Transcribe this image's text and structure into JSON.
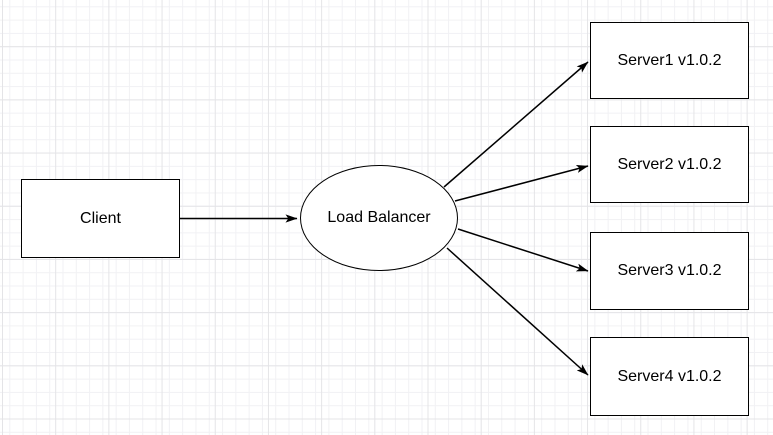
{
  "canvas": {
    "background": "#ffffff",
    "grid_minor_color": "#f1f1f4",
    "grid_major_color": "#e4e4e7",
    "stroke_color": "#000000",
    "node_fill": "#ffffff"
  },
  "nodes": {
    "client": {
      "label": "Client",
      "shape": "rectangle"
    },
    "load_balancer": {
      "label": "Load Balancer",
      "shape": "ellipse"
    },
    "server1": {
      "label": "Server1 v1.0.2",
      "shape": "rectangle"
    },
    "server2": {
      "label": "Server2 v1.0.2",
      "shape": "rectangle"
    },
    "server3": {
      "label": "Server3 v1.0.2",
      "shape": "rectangle"
    },
    "server4": {
      "label": "Server4 v1.0.2",
      "shape": "rectangle"
    }
  },
  "edges": [
    {
      "from": "client",
      "to": "load_balancer"
    },
    {
      "from": "load_balancer",
      "to": "server1"
    },
    {
      "from": "load_balancer",
      "to": "server2"
    },
    {
      "from": "load_balancer",
      "to": "server3"
    },
    {
      "from": "load_balancer",
      "to": "server4"
    }
  ]
}
